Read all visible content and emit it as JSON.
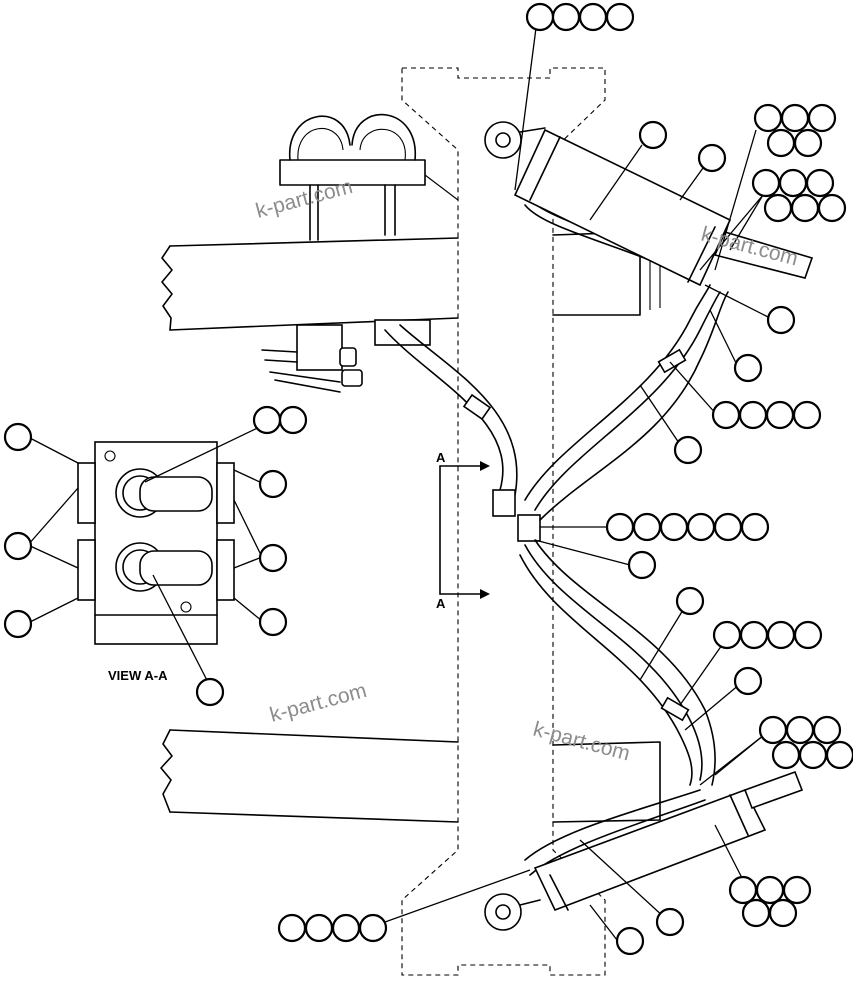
{
  "view_label": "VIEW A-A",
  "section_marker_top": "A",
  "section_marker_bottom": "A",
  "watermarks": [
    "k-part.com",
    "k-part.com",
    "k-part.com",
    "k-part.com"
  ]
}
